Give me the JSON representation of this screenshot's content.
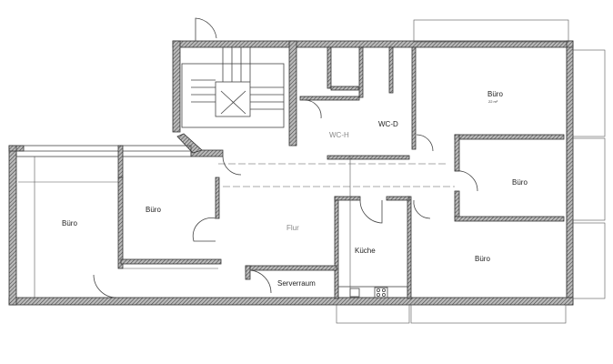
{
  "plan": {
    "rooms": [
      {
        "id": "buero-west",
        "label": "Büro"
      },
      {
        "id": "buero-mid",
        "label": "Büro"
      },
      {
        "id": "flur",
        "label": "Flur"
      },
      {
        "id": "serverraum",
        "label": "Serverraum"
      },
      {
        "id": "kueche",
        "label": "Küche"
      },
      {
        "id": "wc-h",
        "label": "WC-H"
      },
      {
        "id": "wc-d",
        "label": "WC-D"
      },
      {
        "id": "buero-ne",
        "label": "Büro",
        "area": "22 m²"
      },
      {
        "id": "buero-east",
        "label": "Büro"
      },
      {
        "id": "buero-se",
        "label": "Büro"
      }
    ],
    "colors": {
      "wall": "#555555",
      "line": "#444444",
      "background": "#ffffff"
    }
  }
}
